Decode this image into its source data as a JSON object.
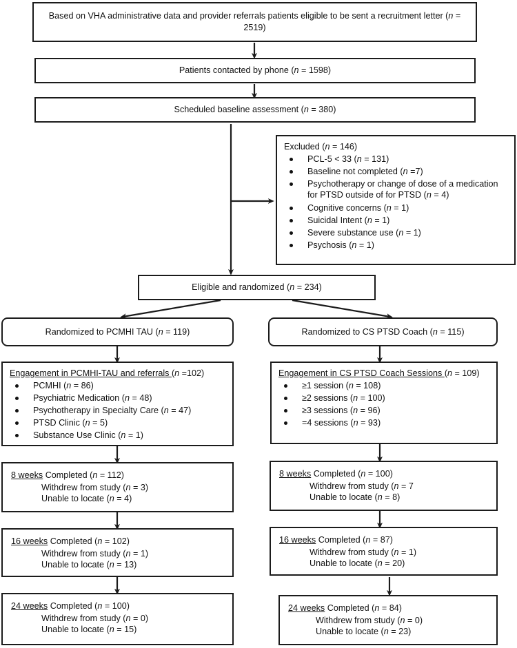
{
  "diagram": {
    "type": "consort-flow-diagram",
    "nodes": {
      "eligible_letter": "Based on VHA administrative data and provider referrals patients eligible to be sent a recruitment letter (n = 2519)",
      "contacted": "Patients contacted by phone (n = 1598)",
      "scheduled": "Scheduled baseline assessment (n = 380)",
      "excluded_header": "Excluded (n = 146)",
      "excluded_items": [
        "PCL-5 < 33 (n = 131)",
        "Baseline not completed (n =7)",
        "Psychotherapy or change of dose of a medication for PTSD outside of for PTSD (n = 4)",
        "Cognitive concerns (n = 1)",
        "Suicidal Intent (n = 1)",
        "Severe substance use (n = 1)",
        "Psychosis (n = 1)"
      ],
      "randomized": "Eligible and randomized (n = 234)",
      "left_arm": {
        "allocation": "Randomized to PCMHI TAU (n = 119)",
        "engagement_header_underlined": "Engagement in PCMHI-TAU and referrals ",
        "engagement_header_tail": "(n =102)",
        "engagement_items": [
          "PCMHI (n = 86)",
          "Psychiatric Medication (n = 48)",
          "Psychotherapy in Specialty Care (n = 47)",
          "PTSD Clinic (n = 5)",
          "Substance Use Clinic (n = 1)"
        ],
        "followups": [
          {
            "week_label": "8 weeks",
            "completed": " Completed (n = 112)",
            "withdrew": "Withdrew from study (n = 3)",
            "unable": "Unable to locate (n = 4)"
          },
          {
            "week_label": "16 weeks",
            "completed": " Completed (n = 102)",
            "withdrew": "Withdrew from study (n = 1)",
            "unable": "Unable to locate (n = 13)"
          },
          {
            "week_label": "24 weeks",
            "completed": " Completed (n = 100)",
            "withdrew": "Withdrew from study (n = 0)",
            "unable": "Unable to locate (n = 15)"
          }
        ]
      },
      "right_arm": {
        "allocation": "Randomized to CS PTSD Coach (n = 115)",
        "engagement_header_underlined": "Engagement in CS PTSD Coach Sessions ",
        "engagement_header_tail": "(n = 109)",
        "engagement_items": [
          "≥1 session (n = 108)",
          "≥2 sessions (n = 100)",
          "≥3 sessions (n = 96)",
          "=4 sessions (n = 93)"
        ],
        "followups": [
          {
            "week_label": "8 weeks",
            "completed": " Completed (n = 100)",
            "withdrew": "Withdrew from study (n = 7",
            "unable": "Unable to locate (n = 8)"
          },
          {
            "week_label": "16 weeks",
            "completed": " Completed (n = 87)",
            "withdrew": "Withdrew from study (n = 1)",
            "unable": "Unable to locate (n = 20)"
          },
          {
            "week_label": "24 weeks",
            "completed": " Completed (n = 84)",
            "withdrew": "Withdrew from study (n = 0)",
            "unable": "Unable to locate (n = 23)"
          }
        ]
      }
    },
    "colors": {
      "stroke": "#1b1b1b",
      "text": "#111111",
      "background": "#ffffff"
    }
  }
}
